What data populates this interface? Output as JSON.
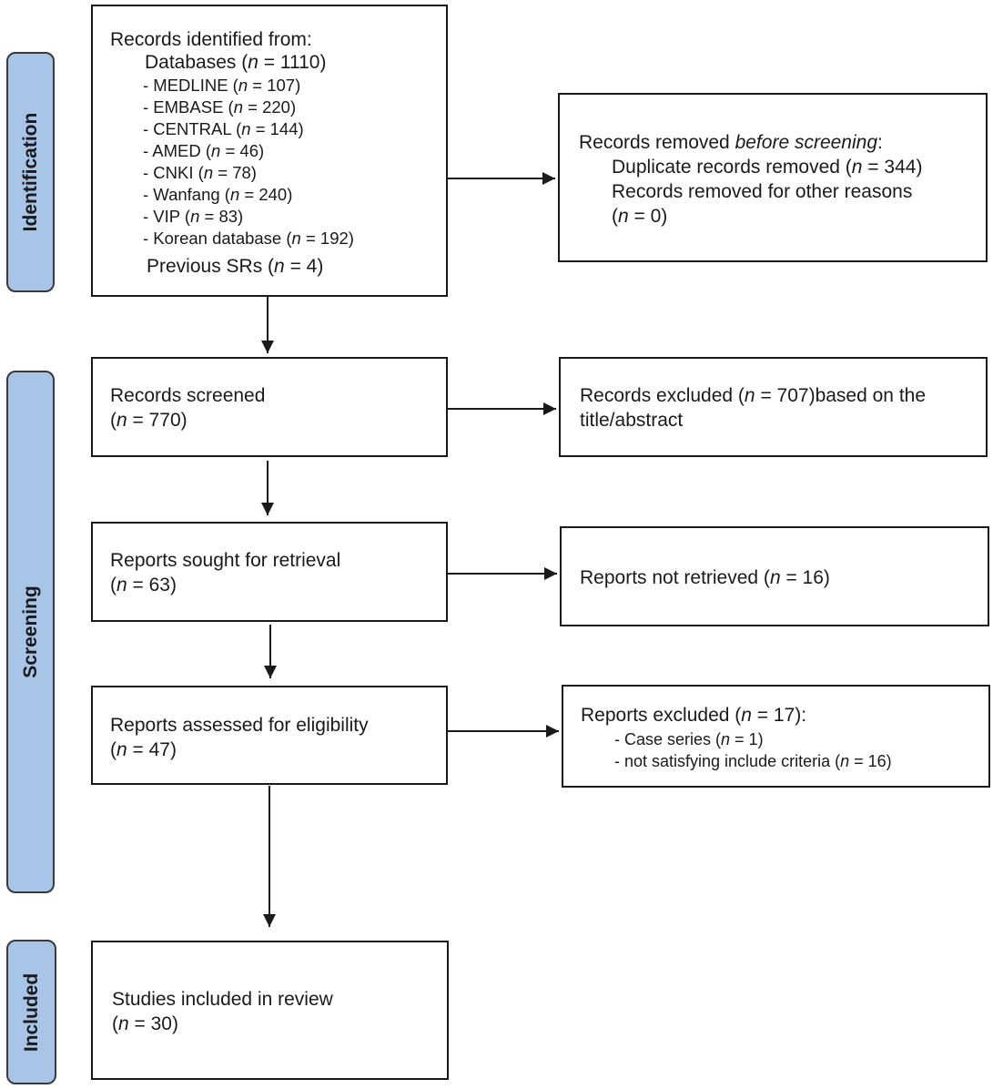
{
  "stages": {
    "identification": "Identification",
    "screening": "Screening",
    "included": "Included"
  },
  "boxes": {
    "records_identified": {
      "lines": [
        [
          {
            "text": "Records identified from:",
            "italic": false
          }
        ],
        [
          {
            "text": "Databases (",
            "italic": false
          },
          {
            "text": "n",
            "italic": true
          },
          {
            "text": " = 1110)",
            "italic": false
          }
        ],
        [
          {
            "text": "- MEDLINE (",
            "italic": false
          },
          {
            "text": "n",
            "italic": true
          },
          {
            "text": " = 107)",
            "italic": false
          }
        ],
        [
          {
            "text": "- EMBASE (",
            "italic": false
          },
          {
            "text": "n",
            "italic": true
          },
          {
            "text": " = 220)",
            "italic": false
          }
        ],
        [
          {
            "text": "- CENTRAL (",
            "italic": false
          },
          {
            "text": "n",
            "italic": true
          },
          {
            "text": " = 144)",
            "italic": false
          }
        ],
        [
          {
            "text": "- AMED (",
            "italic": false
          },
          {
            "text": "n",
            "italic": true
          },
          {
            "text": " = 46)",
            "italic": false
          }
        ],
        [
          {
            "text": "- CNKI (",
            "italic": false
          },
          {
            "text": "n",
            "italic": true
          },
          {
            "text": " = 78)",
            "italic": false
          }
        ],
        [
          {
            "text": "- Wanfang (",
            "italic": false
          },
          {
            "text": "n",
            "italic": true
          },
          {
            "text": " = 240)",
            "italic": false
          }
        ],
        [
          {
            "text": "- VIP (",
            "italic": false
          },
          {
            "text": "n",
            "italic": true
          },
          {
            "text": " = 83)",
            "italic": false
          }
        ],
        [
          {
            "text": "- Korean database (",
            "italic": false
          },
          {
            "text": "n",
            "italic": true
          },
          {
            "text": " = 192)",
            "italic": false
          }
        ],
        [
          {
            "text": "Previous SRs (",
            "italic": false
          },
          {
            "text": "n",
            "italic": true
          },
          {
            "text": " = 4)",
            "italic": false
          }
        ]
      ]
    },
    "records_removed": {
      "lines": [
        [
          {
            "text": "Records removed ",
            "italic": false
          },
          {
            "text": "before screening",
            "italic": true
          },
          {
            "text": ":",
            "italic": false
          }
        ],
        [
          {
            "text": "Duplicate records removed (",
            "italic": false
          },
          {
            "text": "n",
            "italic": true
          },
          {
            "text": " = 344)",
            "italic": false
          }
        ],
        [
          {
            "text": "Records removed for other reasons",
            "italic": false
          }
        ],
        [
          {
            "text": "(",
            "italic": false
          },
          {
            "text": "n",
            "italic": true
          },
          {
            "text": " = 0)",
            "italic": false
          }
        ]
      ]
    },
    "records_screened": {
      "lines": [
        [
          {
            "text": "Records screened",
            "italic": false
          }
        ],
        [
          {
            "text": "(",
            "italic": false
          },
          {
            "text": "n",
            "italic": true
          },
          {
            "text": " = 770)",
            "italic": false
          }
        ]
      ]
    },
    "records_excluded": {
      "lines": [
        [
          {
            "text": "Records excluded (",
            "italic": false
          },
          {
            "text": "n",
            "italic": true
          },
          {
            "text": " = 707)based on the",
            "italic": false
          }
        ],
        [
          {
            "text": "title/abstract",
            "italic": false
          }
        ]
      ]
    },
    "reports_sought": {
      "lines": [
        [
          {
            "text": "Reports sought for retrieval",
            "italic": false
          }
        ],
        [
          {
            "text": "(",
            "italic": false
          },
          {
            "text": "n",
            "italic": true
          },
          {
            "text": " = 63)",
            "italic": false
          }
        ]
      ]
    },
    "reports_not_retrieved": {
      "lines": [
        [
          {
            "text": "Reports not retrieved (",
            "italic": false
          },
          {
            "text": "n",
            "italic": true
          },
          {
            "text": " = 16)",
            "italic": false
          }
        ]
      ]
    },
    "reports_assessed": {
      "lines": [
        [
          {
            "text": "Reports assessed for eligibility",
            "italic": false
          }
        ],
        [
          {
            "text": "(",
            "italic": false
          },
          {
            "text": "n",
            "italic": true
          },
          {
            "text": " = 47)",
            "italic": false
          }
        ]
      ]
    },
    "reports_excluded": {
      "lines": [
        [
          {
            "text": "Reports excluded (",
            "italic": false
          },
          {
            "text": "n",
            "italic": true
          },
          {
            "text": " = 17):",
            "italic": false
          }
        ],
        [
          {
            "text": "- Case series (",
            "italic": false
          },
          {
            "text": "n",
            "italic": true
          },
          {
            "text": " = 1)",
            "italic": false
          }
        ],
        [
          {
            "text": "- not satisfying include criteria (",
            "italic": false
          },
          {
            "text": "n",
            "italic": true
          },
          {
            "text": " = 16)",
            "italic": false
          }
        ]
      ]
    },
    "studies_included": {
      "lines": [
        [
          {
            "text": "Studies included in review",
            "italic": false
          }
        ],
        [
          {
            "text": "(",
            "italic": false
          },
          {
            "text": "n",
            "italic": true
          },
          {
            "text": " = 30)",
            "italic": false
          }
        ]
      ]
    }
  },
  "colors": {
    "stage_fill": "#a8c5e8",
    "stage_border": "#3a3a3a",
    "box_border": "#1a1a1a",
    "arrow": "#1a1a1a"
  }
}
